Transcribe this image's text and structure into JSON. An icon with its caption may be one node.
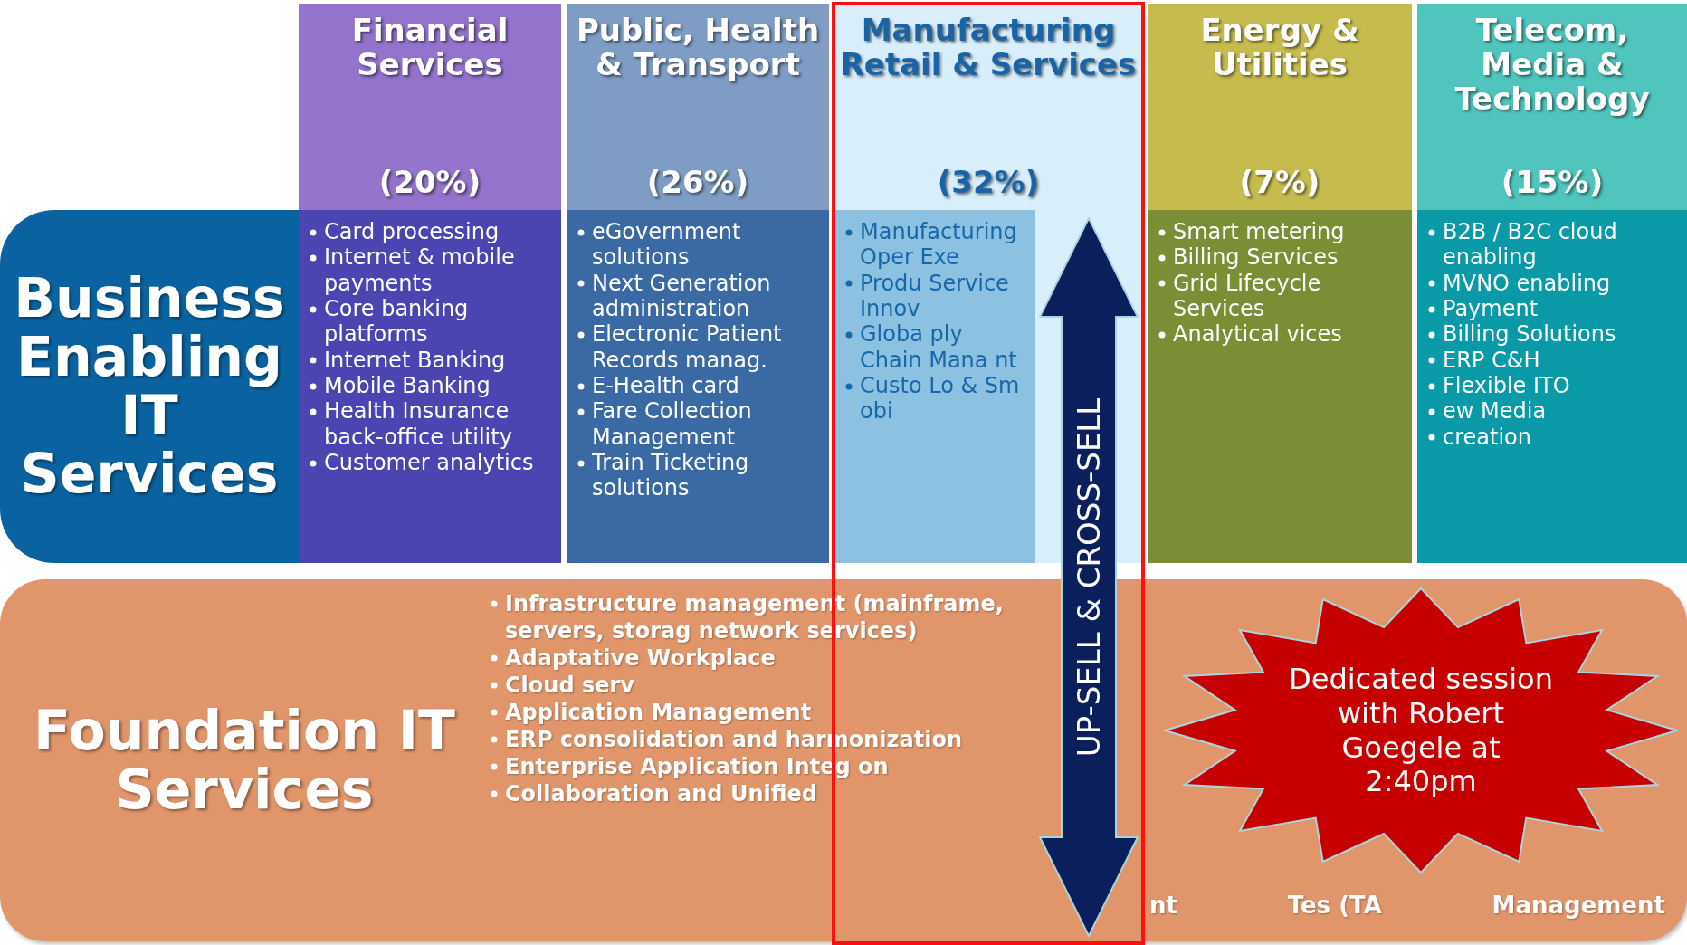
{
  "diagram": {
    "nodes": [
      {
        "text": [
          "Financial Services",
          "(20%)"
        ]
      },
      {
        "text": [
          "Public, Health & Transport",
          "(26%)"
        ]
      },
      {
        "text": [
          "Manufacturing Retail & Services",
          "(32%)"
        ]
      },
      {
        "text": [
          "Energy & Utilities",
          "(7%)"
        ]
      },
      {
        "text": [
          "Telecom, Media & Technology",
          "(15%)"
        ]
      },
      {
        "text": [
          "Business Enabling IT Services"
        ]
      },
      {
        "text": [
          "Card processing",
          "Internet & mobile payments",
          "Core banking platforms",
          "Internet Banking",
          "Mobile Banking",
          "Health Insurance back-office utility",
          "Customer analytics"
        ],
        "in": 0
      },
      {
        "text": [
          "eGovernment solutions",
          "Next Generation administration",
          "Electronic Patient Records manag.",
          "E-Health card",
          "Fare Collection Management",
          "Train Ticketing solutions"
        ],
        "in": 1
      },
      {
        "text": [
          "Manufacturing Oper Exe",
          "Produ Service Innov",
          "Globa ply Chain Mana nt",
          "Custo Lo & Sm obi"
        ],
        "in": 2
      },
      {
        "text": [
          "Smart metering",
          "Billing Services",
          "Grid Lifecycle Services",
          "Analytical vices"
        ],
        "in": 3
      },
      {
        "text": [
          "B2B / B2C cloud enabling",
          "MVNO enabling",
          "Payment",
          "Billing Solutions",
          "ERP C&H",
          "Flexible ITO",
          "ew Media",
          "creation"
        ],
        "in": 4
      },
      {
        "text": [
          "Foundation IT Services"
        ]
      },
      {
        "text": [
          "Infrastructure management (mainframe, servers, storag network services)",
          "Adaptative Workplace",
          "Cloud serv",
          "Application Management",
          "ERP consolidation and harmonization",
          "Enterprise Application Integ on",
          "Collaboration and Unified"
        ],
        "in": 11
      },
      {
        "text": [
          "nt",
          "Tes (TA",
          "Management"
        ],
        "in": 11
      },
      {
        "text": [
          "UP-SELL & CROSS-SELL"
        ]
      },
      {
        "text": [
          "Dedicated session with Robert Goegele at 2:40pm"
        ],
        "in": 11
      }
    ]
  }
}
